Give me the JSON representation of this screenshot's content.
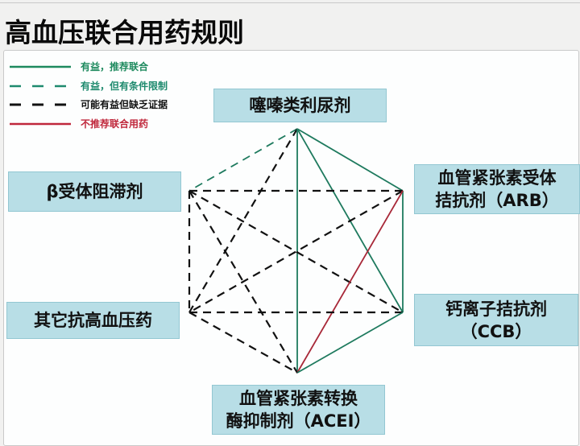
{
  "title": "高血压联合用药规则",
  "legend": [
    {
      "label": "有益，推荐联合",
      "style": "solid",
      "color": "#1e8a5e"
    },
    {
      "label": "有益，但有条件限制",
      "style": "dashed",
      "color": "#1e8a6e"
    },
    {
      "label": "可能有益但缺乏证据",
      "style": "dashed",
      "color": "#111111"
    },
    {
      "label": "不推荐联合用药",
      "style": "solid",
      "color": "#c0283c"
    }
  ],
  "nodes": {
    "diuretic": {
      "lines": [
        "噻嗪类利尿剂"
      ]
    },
    "arb": {
      "lines": [
        "血管紧张素受体",
        "拮抗剂（ARB）"
      ]
    },
    "ccb": {
      "lines": [
        "钙离子拮抗剂",
        "（CCB）"
      ]
    },
    "acei": {
      "lines": [
        "血管紧张素转换",
        "酶抑制剂（ACEI）"
      ]
    },
    "other": {
      "lines": [
        "其它抗高血压药"
      ]
    },
    "beta": {
      "lines": [
        "β受体阻滞剂"
      ]
    }
  },
  "edges": [
    {
      "from": "diuretic",
      "to": "beta",
      "type": "conditional"
    },
    {
      "from": "diuretic",
      "to": "other",
      "type": "no-evidence"
    },
    {
      "from": "diuretic",
      "to": "acei",
      "type": "recommended"
    },
    {
      "from": "diuretic",
      "to": "arb",
      "type": "recommended"
    },
    {
      "from": "diuretic",
      "to": "ccb",
      "type": "recommended"
    },
    {
      "from": "beta",
      "to": "arb",
      "type": "no-evidence"
    },
    {
      "from": "beta",
      "to": "other",
      "type": "no-evidence"
    },
    {
      "from": "beta",
      "to": "ccb",
      "type": "no-evidence"
    },
    {
      "from": "beta",
      "to": "acei",
      "type": "no-evidence"
    },
    {
      "from": "arb",
      "to": "other",
      "type": "no-evidence"
    },
    {
      "from": "arb",
      "to": "ccb",
      "type": "recommended"
    },
    {
      "from": "arb",
      "to": "acei",
      "type": "not-recommended"
    },
    {
      "from": "ccb",
      "to": "other",
      "type": "no-evidence"
    },
    {
      "from": "ccb",
      "to": "acei",
      "type": "recommended"
    },
    {
      "from": "other",
      "to": "acei",
      "type": "no-evidence"
    }
  ],
  "edge_styles": {
    "recommended": {
      "color": "#1e7a5e",
      "dashed": false
    },
    "conditional": {
      "color": "#1e7a5e",
      "dashed": true
    },
    "no-evidence": {
      "color": "#111111",
      "dashed": true
    },
    "not-recommended": {
      "color": "#a82838",
      "dashed": false
    }
  }
}
